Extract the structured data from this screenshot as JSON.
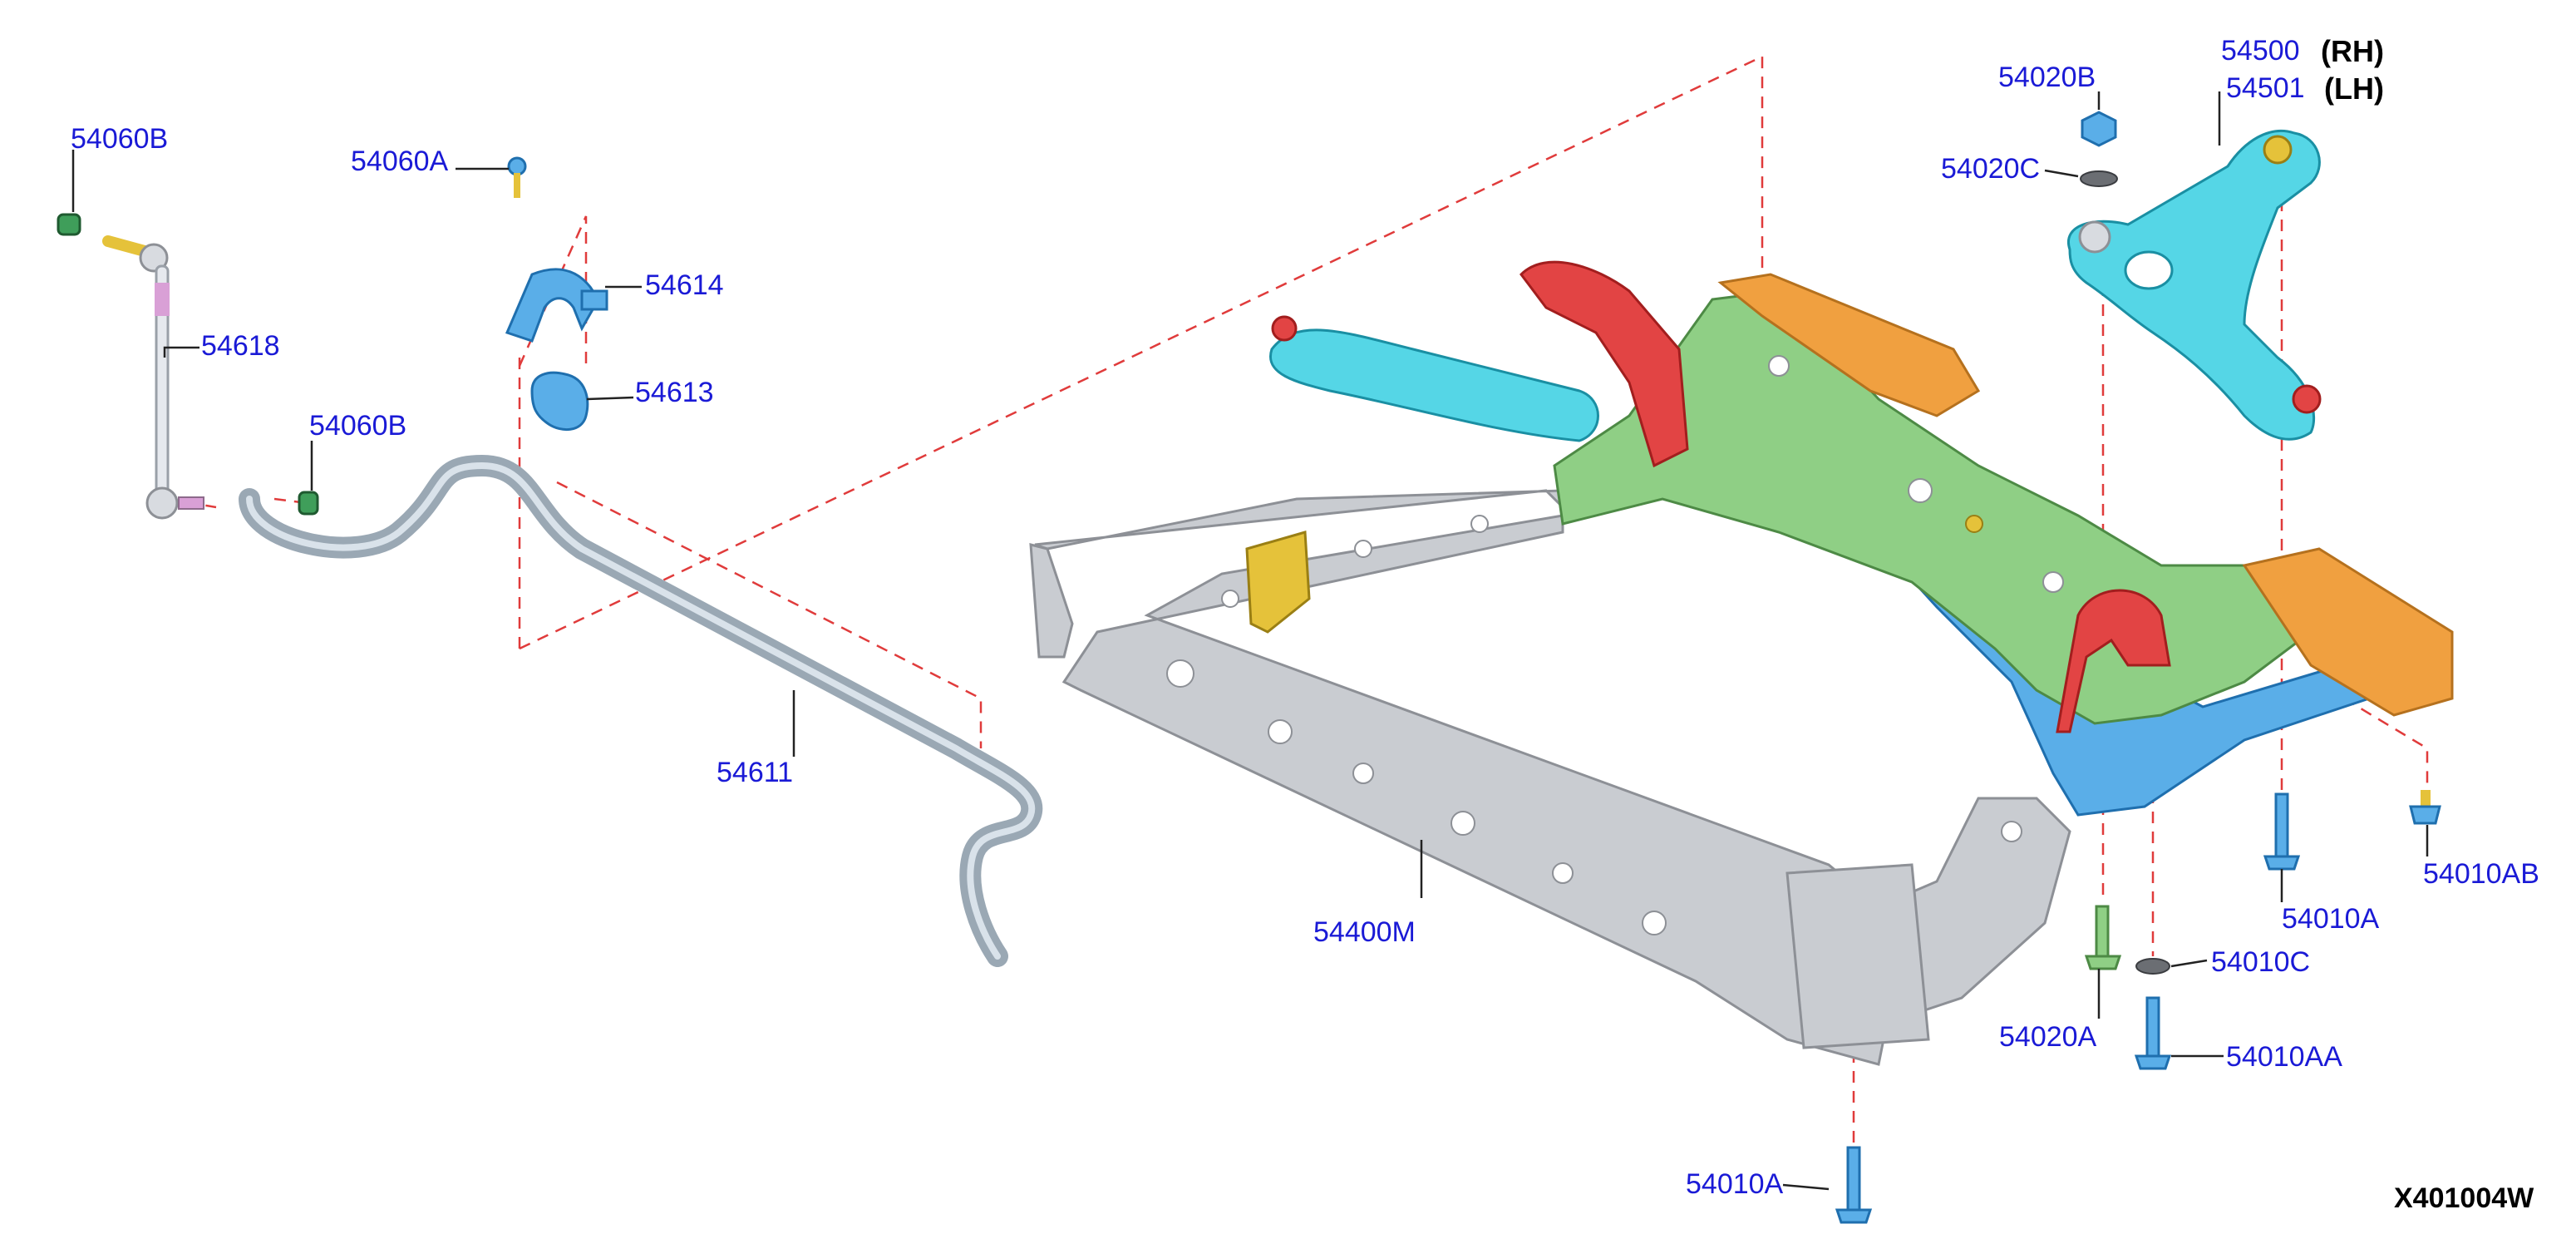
{
  "callouts": {
    "p54060B_top": "54060B",
    "p54618": "54618",
    "p54060B_mid": "54060B",
    "p54060A": "54060A",
    "p54614": "54614",
    "p54613": "54613",
    "p54611": "54611",
    "p54400M": "54400M",
    "p54020B": "54020B",
    "p54020C": "54020C",
    "p54500": "54500",
    "p54501": "54501",
    "p54020A": "54020A",
    "p54010C": "54010C",
    "p54010AA": "54010AA",
    "p54010A_right": "54010A",
    "p54010AB": "54010AB",
    "p54010A_bottom": "54010A"
  },
  "side_labels": {
    "rh": "(RH)",
    "lh": "(LH)"
  },
  "reference_code": "X401004W",
  "colors": {
    "callout_text": "#1a1ad6",
    "dashed_guide": "#e03b3b",
    "crossmember_steel": "#c9ccd1",
    "crossmember_green": "#8fcf85",
    "lower_arm_cyan": "#55d6e6",
    "bracket_orange": "#f0a040",
    "mount_red": "#e24444"
  }
}
